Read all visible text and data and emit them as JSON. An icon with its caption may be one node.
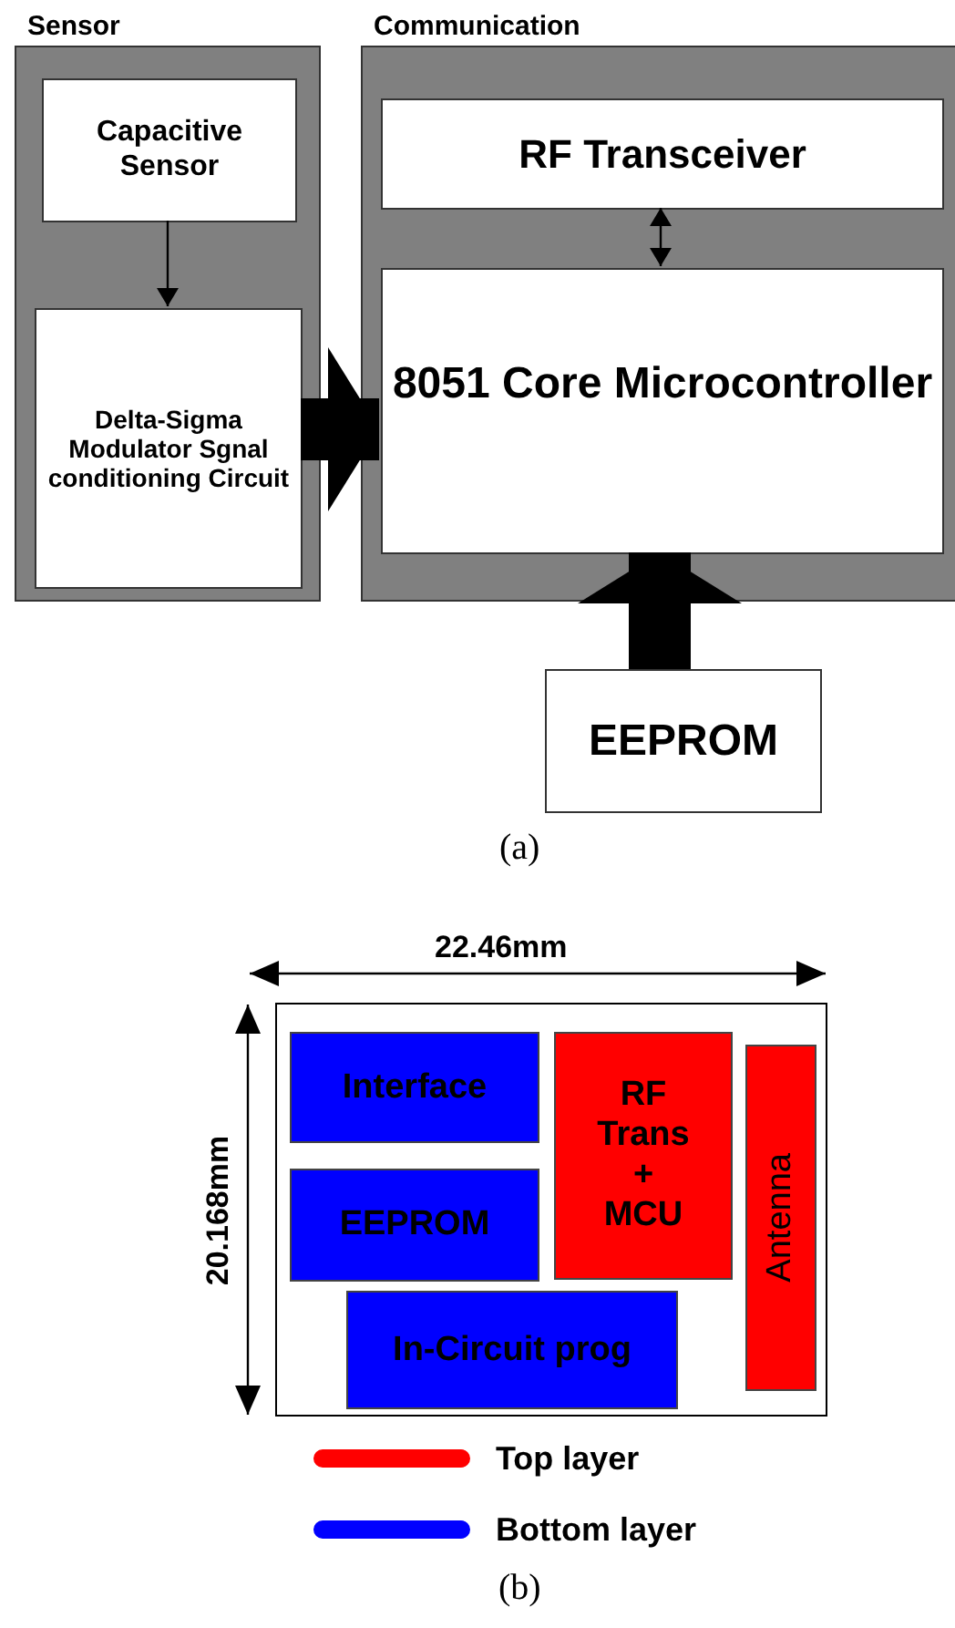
{
  "diagram": {
    "nodes": [
      {
        "text": [
          "Sensor"
        ]
      },
      {
        "text": [
          "Capacitive Sensor"
        ],
        "in": 0
      },
      {
        "text": [
          "Delta-Sigma Modulator Sgnal conditioning Circuit"
        ],
        "in": 0
      },
      {
        "text": [
          "Communication"
        ]
      },
      {
        "text": [
          "RF Transceiver"
        ],
        "in": 3
      },
      {
        "text": [
          "8051 Core Microcontroller"
        ],
        "in": 3
      },
      {
        "text": [
          "EEPROM"
        ]
      },
      {
        "text": [],
        "shape": "box"
      },
      {
        "text": [
          "Interface"
        ],
        "in": 7
      },
      {
        "text": [
          "RF Trans + MCU"
        ],
        "in": 7
      },
      {
        "text": [
          "Antenna"
        ],
        "in": 7
      },
      {
        "text": [
          "EEPROM"
        ],
        "in": 7
      },
      {
        "text": [
          "In-Circuit prog"
        ],
        "in": 7
      }
    ],
    "edges": [
      {
        "from": 1,
        "to": 2,
        "arrow": "to"
      },
      {
        "from": 2,
        "to": 5,
        "arrow": "to",
        "style": "thick"
      },
      {
        "from": 4,
        "to": 5,
        "arrow": "both"
      },
      {
        "from": 6,
        "to": 5,
        "arrow": "to",
        "style": "thick"
      }
    ],
    "labels": [
      "(a)",
      "22.46mm",
      "20.168mm",
      "(b)"
    ],
    "legend": [
      {
        "text": "Top layer",
        "color": "#ff0000"
      },
      {
        "text": "Bottom layer",
        "color": "#0000ff"
      }
    ]
  }
}
